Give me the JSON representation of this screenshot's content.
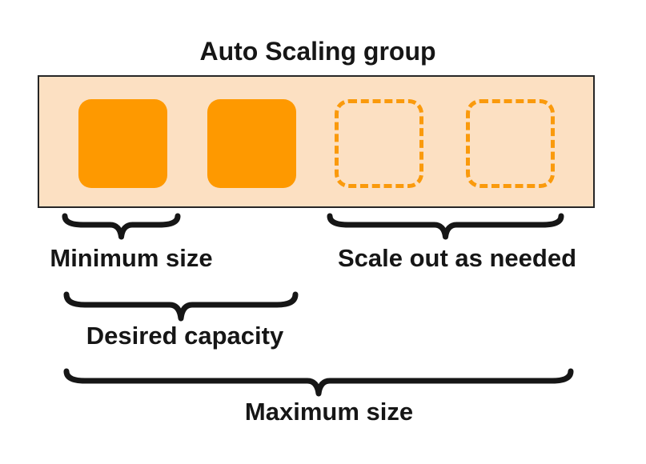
{
  "diagram": {
    "title": "Auto Scaling group",
    "instances": [
      {
        "state": "running"
      },
      {
        "state": "running"
      },
      {
        "state": "potential"
      },
      {
        "state": "potential"
      }
    ],
    "labels": {
      "minimum": "Minimum size",
      "scale_out": "Scale out as needed",
      "desired": "Desired capacity",
      "maximum": "Maximum size"
    },
    "colors": {
      "instance_fill": "#fe9900",
      "instance_dash": "#fa9a0c",
      "group_fill": "#fce0c2",
      "group_border": "#262626",
      "ink": "#161616"
    }
  }
}
